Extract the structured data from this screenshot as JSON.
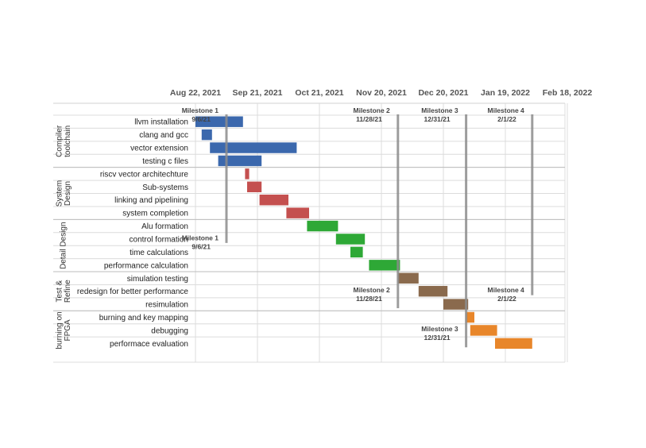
{
  "chart_data": {
    "type": "gantt",
    "date_ticks": [
      "Aug 22, 2021",
      "Sep 21, 2021",
      "Oct 21, 2021",
      "Nov 20, 2021",
      "Dec 20, 2021",
      "Jan 19, 2022",
      "Feb 18, 2022"
    ],
    "grid": true,
    "groups": [
      {
        "label": "Compiler toolchain",
        "lines": [
          "Compiler",
          "toolchain"
        ],
        "color": "#3b68ad"
      },
      {
        "label": "System Design",
        "lines": [
          "System",
          "Design"
        ],
        "color": "#c4504f"
      },
      {
        "label": "Detail Design",
        "lines": [
          "Detail  Design"
        ],
        "color": "#2ea836"
      },
      {
        "label": "Test & Refine",
        "lines": [
          "Test &",
          "Refine"
        ],
        "color": "#8a6a4d"
      },
      {
        "label": "burning on FPGA",
        "lines": [
          "burning on",
          "FPGA"
        ],
        "color": "#e8862a"
      }
    ],
    "tasks": [
      {
        "name": "llvm installation",
        "group": 0,
        "start": "2021-08-22",
        "end": "2021-09-14"
      },
      {
        "name": "clang and gcc",
        "group": 0,
        "start": "2021-08-25",
        "end": "2021-08-30"
      },
      {
        "name": "vector extension",
        "group": 0,
        "start": "2021-08-29",
        "end": "2021-10-10"
      },
      {
        "name": "testing c files",
        "group": 0,
        "start": "2021-09-02",
        "end": "2021-09-23"
      },
      {
        "name": "riscv vector architechture",
        "group": 1,
        "start": "2021-09-15",
        "end": "2021-09-17"
      },
      {
        "name": "Sub-systems",
        "group": 1,
        "start": "2021-09-16",
        "end": "2021-09-23"
      },
      {
        "name": "linking and pipelining",
        "group": 1,
        "start": "2021-09-22",
        "end": "2021-10-06"
      },
      {
        "name": "system completion",
        "group": 1,
        "start": "2021-10-05",
        "end": "2021-10-16"
      },
      {
        "name": "Alu formation",
        "group": 2,
        "start": "2021-10-15",
        "end": "2021-10-30"
      },
      {
        "name": "control formation",
        "group": 2,
        "start": "2021-10-29",
        "end": "2021-11-12"
      },
      {
        "name": "time calculations",
        "group": 2,
        "start": "2021-11-05",
        "end": "2021-11-11"
      },
      {
        "name": "performance calculation",
        "group": 2,
        "start": "2021-11-14",
        "end": "2021-11-29"
      },
      {
        "name": "simulation testing",
        "group": 3,
        "start": "2021-11-28",
        "end": "2021-12-08"
      },
      {
        "name": "redesign for better performance",
        "group": 3,
        "start": "2021-12-08",
        "end": "2021-12-22"
      },
      {
        "name": "resimulation",
        "group": 3,
        "start": "2021-12-20",
        "end": "2022-01-01"
      },
      {
        "name": "burning and key mapping",
        "group": 4,
        "start": "2021-12-31",
        "end": "2022-01-04"
      },
      {
        "name": "debugging",
        "group": 4,
        "start": "2022-01-02",
        "end": "2022-01-15"
      },
      {
        "name": "performace evaluation",
        "group": 4,
        "start": "2022-01-14",
        "end": "2022-02-01"
      }
    ],
    "milestones": [
      {
        "name": "Milestone 1",
        "date_label": "9/6/21",
        "date": "2021-09-06",
        "label_rows": [
          0,
          9
        ],
        "line_rows": [
          0,
          9
        ],
        "label_anchor": "end"
      },
      {
        "name": "Milestone 2",
        "date_label": "11/28/21",
        "date": "2021-11-28",
        "label_rows": [
          0,
          13
        ],
        "line_rows": [
          0,
          14
        ],
        "label_anchor": "end"
      },
      {
        "name": "Milestone 3",
        "date_label": "12/31/21",
        "date": "2021-12-31",
        "label_rows": [
          0,
          16
        ],
        "line_rows": [
          0,
          17
        ],
        "label_anchor": "end"
      },
      {
        "name": "Milestone 4",
        "date_label": "2/1/22",
        "date": "2022-02-01",
        "label_rows": [
          0,
          13
        ],
        "line_rows": [
          0,
          13
        ],
        "label_anchor": "end"
      }
    ]
  }
}
